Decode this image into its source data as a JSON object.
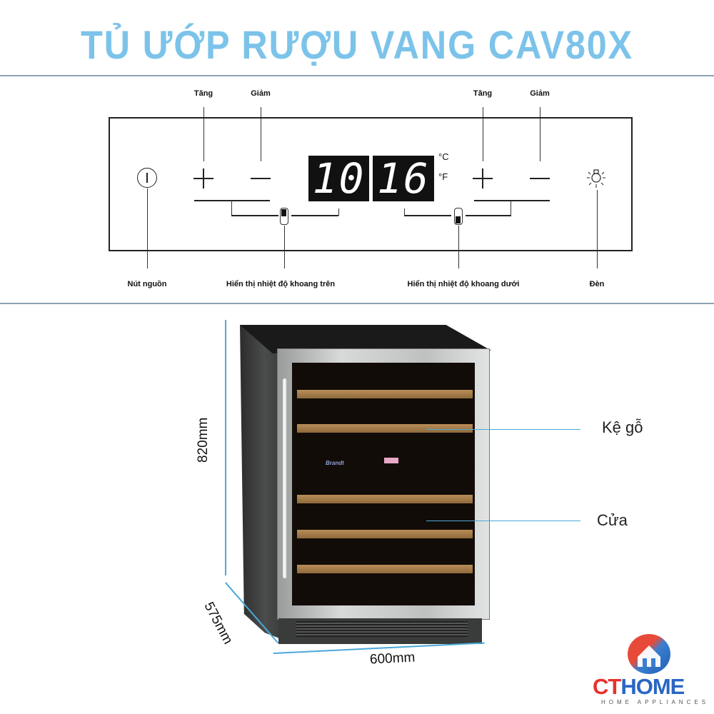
{
  "title": "TỦ ƯỚP RƯỢU VANG CAV80X",
  "control_panel": {
    "left_zone": {
      "increase_label": "Tăng",
      "decrease_label": "Giảm"
    },
    "right_zone": {
      "increase_label": "Tăng",
      "decrease_label": "Giảm"
    },
    "display_left": "10",
    "display_right": "16",
    "unit_celsius": "°C",
    "unit_fahrenheit": "°F",
    "bottom_labels": {
      "power": "Nút nguồn",
      "upper_display": "Hiển thị nhiệt độ khoang trên",
      "lower_display": "Hiển thị nhiệt độ khoang dưới",
      "light": "Đèn"
    }
  },
  "product": {
    "brand": "Brandt",
    "dimensions": {
      "height": "820mm",
      "depth": "575mm",
      "width": "600mm"
    },
    "callouts": {
      "shelf": "Kệ gỗ",
      "door": "Cửa"
    }
  },
  "logo": {
    "name_part1": "CT",
    "name_part2": "HOME",
    "tagline": "HOME APPLIANCES",
    "colors": {
      "red": "#e8322b",
      "blue": "#2a66c4"
    }
  },
  "colors": {
    "title": "#7cc3ea",
    "dimension_lines": "#4aa8d8",
    "divider": "#8fa3b3"
  }
}
